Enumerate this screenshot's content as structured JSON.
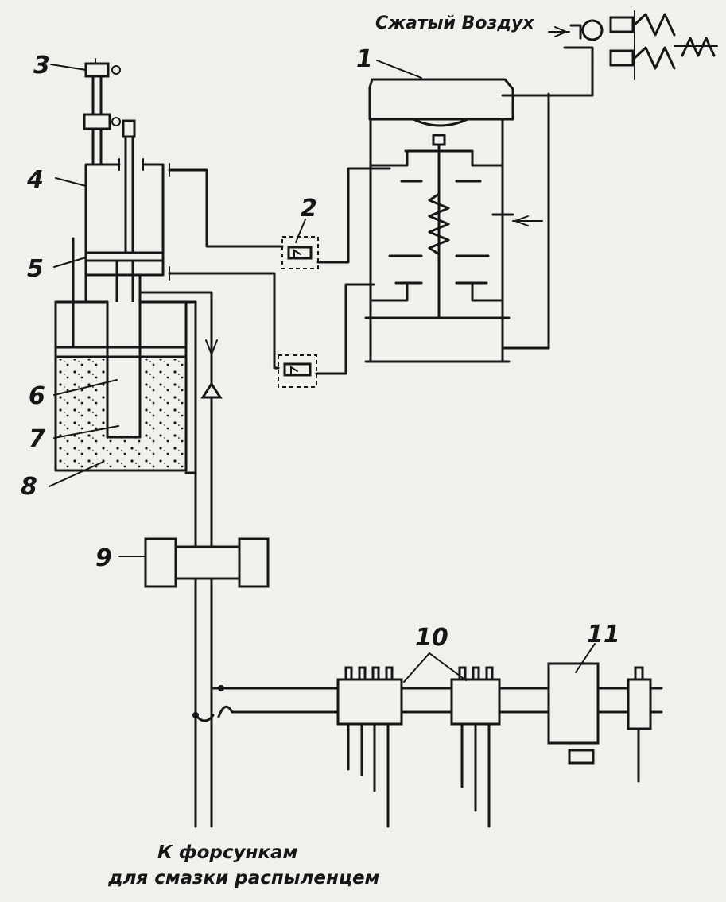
{
  "labels": {
    "n1": "1",
    "n2": "2",
    "n3": "3",
    "n4": "4",
    "n5": "5",
    "n6": "6",
    "n7": "7",
    "n8": "8",
    "n9": "9",
    "n10": "10",
    "n11": "11"
  },
  "air_label": "Сжатый Воздух",
  "caption": {
    "line1": "К форсункам",
    "line2": "для смазки распыленцем"
  }
}
